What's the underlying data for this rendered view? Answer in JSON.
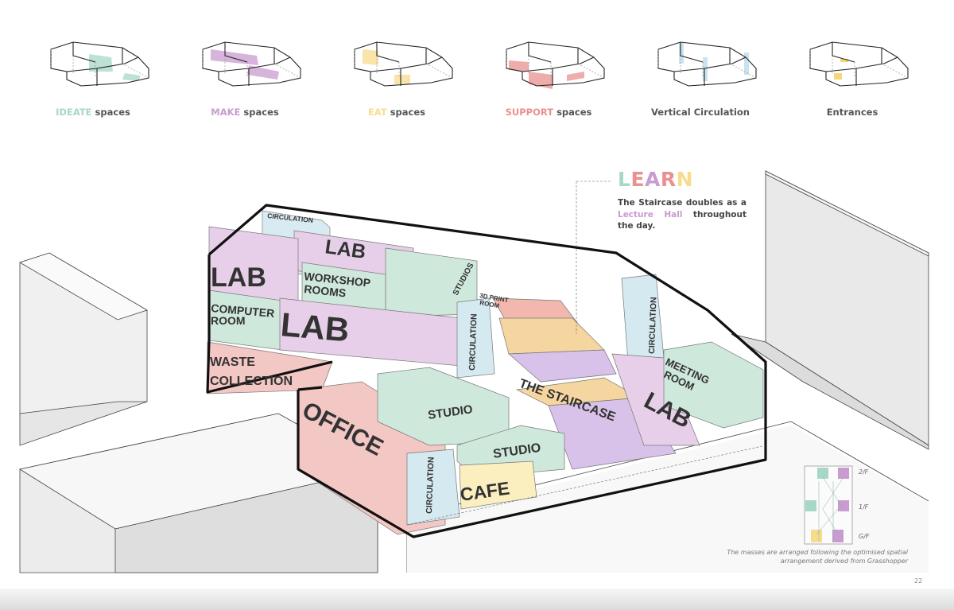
{
  "legend": [
    {
      "highlight": "IDEATE",
      "rest": " spaces",
      "color": "#a7d7c5"
    },
    {
      "highlight": "MAKE",
      "rest": " spaces",
      "color": "#c99bd0"
    },
    {
      "highlight": "EAT",
      "rest": " spaces",
      "color": "#f7dc8e"
    },
    {
      "highlight": "SUPPORT",
      "rest": " spaces",
      "color": "#e8918f"
    },
    {
      "highlight": "",
      "rest": "Vertical Circulation",
      "color": "#b7dbe8"
    },
    {
      "highlight": "",
      "rest": "Entrances",
      "color": "#f2c94c"
    }
  ],
  "learn": {
    "title_letters": [
      "L",
      "E",
      "A",
      "R",
      "N"
    ],
    "title_colors": [
      "#a7d7c5",
      "#e8918f",
      "#c99bd0",
      "#e8918f",
      "#f7dc8e"
    ],
    "desc_before": "The Staircase doubles as a ",
    "desc_highlight": "Lecture Hall",
    "desc_after": " throughout the day."
  },
  "labels": {
    "circulation_top": "CIRCULATION",
    "lab_top": "LAB",
    "lab_left": "LAB",
    "workshop_1": "WORKSHOP",
    "workshop_2": "ROOMS",
    "computer_1": "COMPUTER",
    "computer_2": "ROOM",
    "lab_big": "LAB",
    "studios": "STUDIOS",
    "print_1": "3D PRINT",
    "print_2": "ROOM",
    "circulation_mid": "CIRCULATION",
    "circulation_right": "CIRCULATION",
    "waste_1": "WASTE",
    "waste_2": "COLLECTION",
    "meeting_1": "MEETING",
    "meeting_2": "ROOM",
    "staircase": "THE STAIRCASE",
    "lab_right": "LAB",
    "studio_1": "STUDIO",
    "office": "OFFICE",
    "studio_2": "STUDIO",
    "cafe": "CAFE",
    "circulation_bottom": "CIRCULATION"
  },
  "floors": [
    "2/F",
    "1/F",
    "G/F"
  ],
  "caption": "The masses are arranged following the optimised spatial arrangement derived from Grasshopper",
  "page_number": "22",
  "colors": {
    "ideate": "#cfe8dc",
    "make": "#e7cfe9",
    "eat": "#fbefc0",
    "support": "#f3c7c3",
    "circulation": "#d5e9f1",
    "outline": "#111111"
  }
}
